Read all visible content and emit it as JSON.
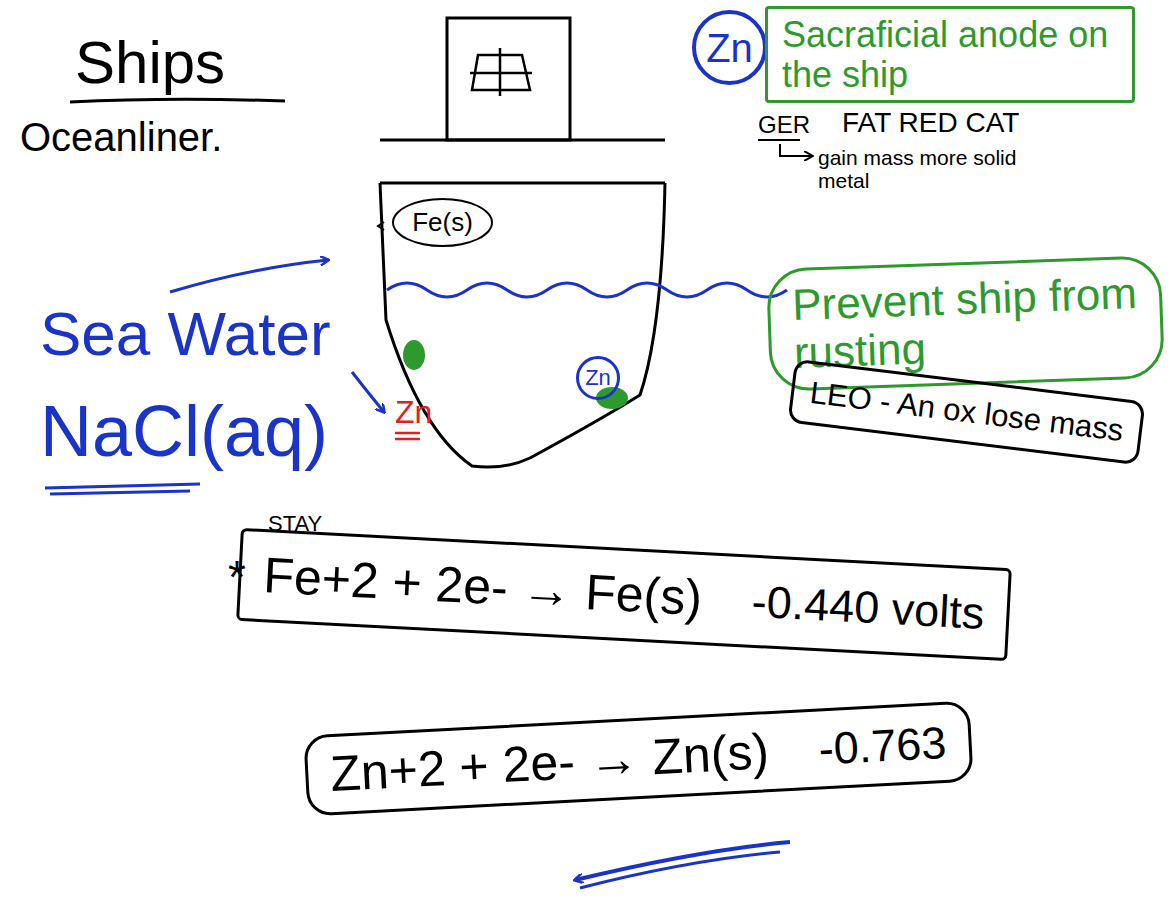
{
  "diagram": {
    "title": "Ships",
    "nodes": [
      {
        "text": [
          "Zn"
        ]
      },
      {
        "text": [
          "Sacraficial anode on the ship"
        ]
      },
      {
        "text": [
          "Fe(s)"
        ]
      },
      {
        "text": [
          "Zn"
        ]
      },
      {
        "text": [
          "Prevent ship from rusting"
        ]
      },
      {
        "text": [
          "LEO - An ox lose mass"
        ]
      },
      {
        "text": [
          "Fe+2 + 2e- → Fe(s)",
          "-0.440 volts"
        ]
      },
      {
        "text": [
          "Zn+2 + 2e- → Zn(s)",
          "-0.763"
        ]
      }
    ],
    "labels": [
      "Oceanliner.",
      "GER",
      "FAT RED CAT",
      "gain mass more solid metal",
      "Zn",
      "Sea Water",
      "NaCl(aq)",
      "STAY",
      "*"
    ]
  }
}
